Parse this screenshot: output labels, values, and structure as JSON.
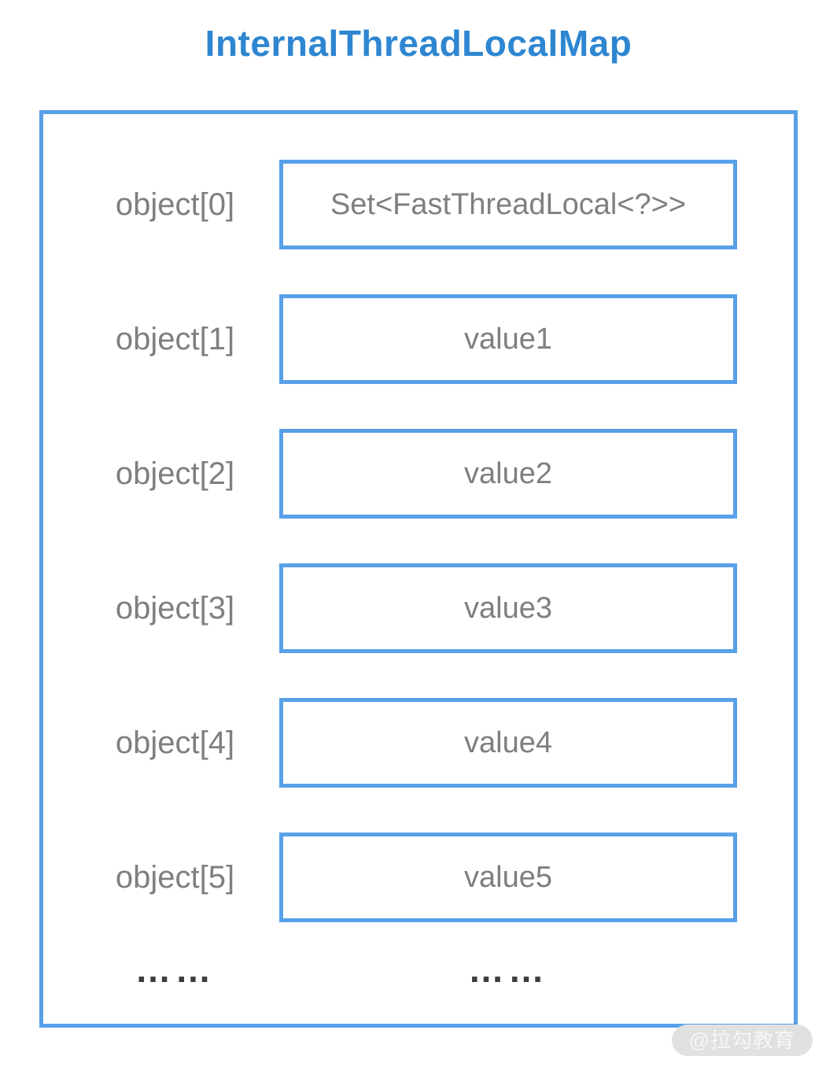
{
  "title": "InternalThreadLocalMap",
  "colors": {
    "accent_border_blue": "#58a0e8",
    "title_blue": "#2e86d1",
    "text_gray": "#7f7f7f",
    "dots_gray": "#3d3d3d",
    "watermark_bg": "#e1e1e1",
    "watermark_text": "#f6f6f6"
  },
  "map": {
    "rows": [
      {
        "label": "object[0]",
        "value": "Set<FastThreadLocal<?>>"
      },
      {
        "label": "object[1]",
        "value": "value1"
      },
      {
        "label": "object[2]",
        "value": "value2"
      },
      {
        "label": "object[3]",
        "value": "value3"
      },
      {
        "label": "object[4]",
        "value": "value4"
      },
      {
        "label": "object[5]",
        "value": "value5"
      }
    ],
    "ellipsis_left": "……",
    "ellipsis_right": "……"
  },
  "watermark": "@拉勾教育"
}
